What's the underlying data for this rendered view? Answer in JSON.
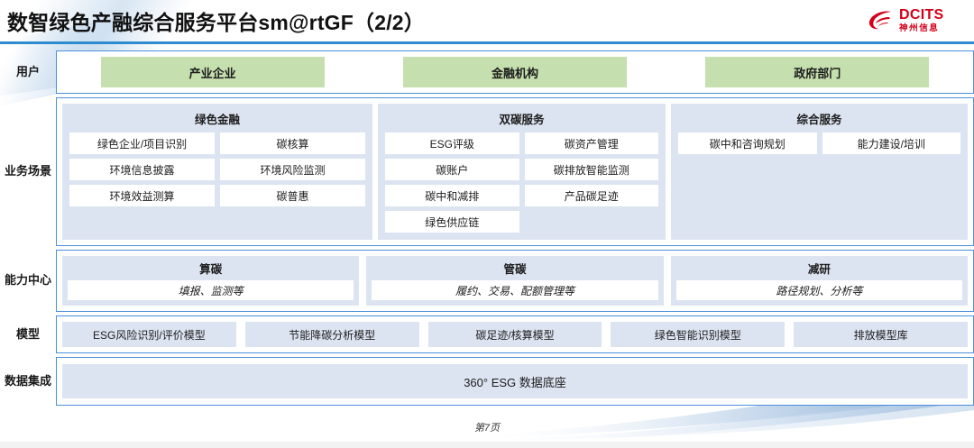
{
  "header": {
    "title": "数智绿色产融综合服务平台sm@rtGF（2/2）",
    "logo": {
      "name": "DCITS",
      "subtitle": "神州信息",
      "color": "#d4001a"
    },
    "rule_color": "#2e8bd0"
  },
  "colors": {
    "panel_border": "#4a90d9",
    "group_bg": "#dde4f1",
    "user_box_bg": "#c6dfae",
    "tile_bg": "#ffffff"
  },
  "rows": {
    "user": {
      "label": "用户",
      "items": [
        {
          "label": "产业企业"
        },
        {
          "label": "金融机构"
        },
        {
          "label": "政府部门"
        }
      ]
    },
    "business": {
      "label": "业务场景",
      "groups": [
        {
          "title": "绿色金融",
          "tiles": [
            "绿色企业/项目识别",
            "碳核算",
            "环境信息披露",
            "环境风险监测",
            "环境效益测算",
            "碳普惠"
          ]
        },
        {
          "title": "双碳服务",
          "tiles": [
            "ESG评级",
            "碳资产管理",
            "碳账户",
            "碳排放智能监测",
            "碳中和减排",
            "产品碳足迹",
            "绿色供应链"
          ]
        },
        {
          "title": "综合服务",
          "tiles": [
            "碳中和咨询规划",
            "能力建设/培训"
          ]
        }
      ]
    },
    "capability": {
      "label": "能力中心",
      "groups": [
        {
          "title": "算碳",
          "subtitle": "填报、监测等"
        },
        {
          "title": "管碳",
          "subtitle": "履约、交易、配额管理等"
        },
        {
          "title": "减研",
          "subtitle": "路径规划、分析等"
        }
      ]
    },
    "model": {
      "label": "模型",
      "items": [
        "ESG风险识别/评价模型",
        "节能降碳分析模型",
        "碳足迹/核算模型",
        "绿色智能识别模型",
        "排放模型库"
      ]
    },
    "data": {
      "label": "数据集成",
      "bar_label": "360° ESG 数据底座"
    }
  },
  "footer": {
    "page_label": "第7页"
  }
}
